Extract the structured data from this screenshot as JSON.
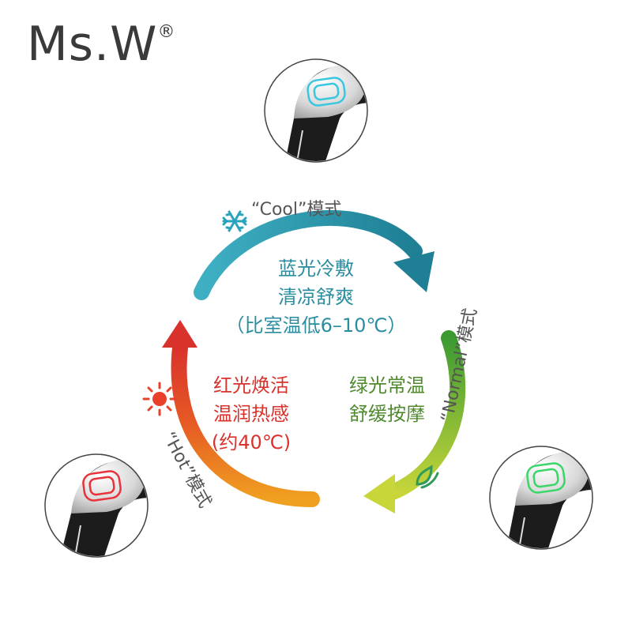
{
  "brand": {
    "name": "Ms.W",
    "registered_mark": "®"
  },
  "modes": {
    "cool": {
      "label": "“Cool”模式",
      "lines": [
        "蓝光冷敷",
        "清凉舒爽",
        "（比室温低6–10℃）"
      ],
      "color": "#2a8ea0",
      "icon": "snowflake-icon"
    },
    "normal": {
      "label": "“Normal”模式",
      "lines": [
        "绿光常温",
        "舒缓按摩"
      ],
      "color": "#4f8a2e",
      "icon": "leaf-icon"
    },
    "hot": {
      "label": "“Hot”模式",
      "lines": [
        "红光焕活",
        "温润热感",
        "(约40℃)"
      ],
      "color": "#d9322c",
      "icon": "sun-icon"
    }
  }
}
